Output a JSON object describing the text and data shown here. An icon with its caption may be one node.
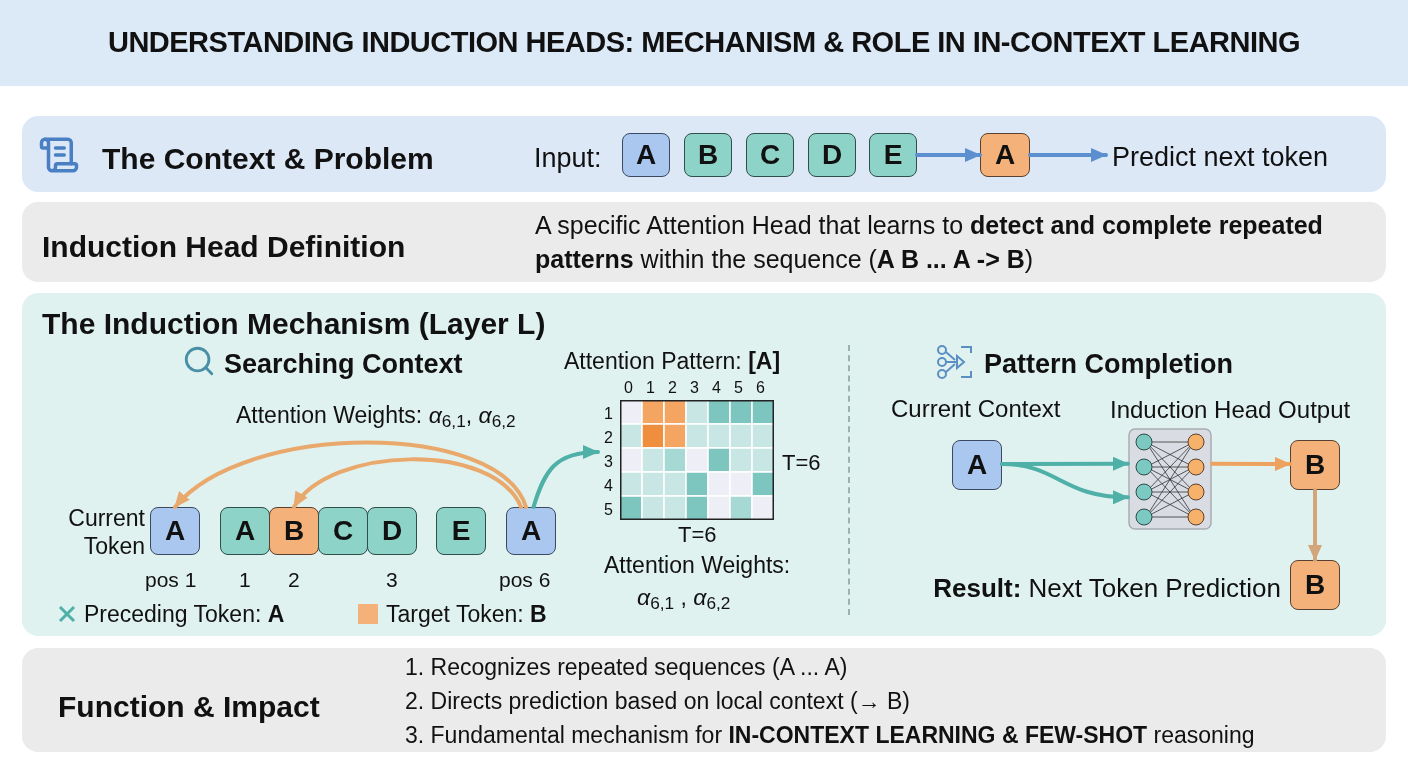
{
  "diagram": {
    "title": "UNDERSTANDING INDUCTION HEADS: MECHANISM & ROLE IN IN-CONTEXT LEARNING",
    "nodes": [
      {
        "text": [
          "The Context & Problem",
          "Input:"
        ]
      },
      {
        "text": [
          "A"
        ],
        "in": 0
      },
      {
        "text": [
          "B"
        ],
        "in": 0
      },
      {
        "text": [
          "C"
        ],
        "in": 0
      },
      {
        "text": [
          "D"
        ],
        "in": 0
      },
      {
        "text": [
          "E"
        ],
        "in": 0
      },
      {
        "text": [
          "A"
        ],
        "in": 0
      },
      {
        "text": [
          "Predict next token"
        ],
        "in": 0
      },
      {
        "text": [
          "Induction Head Definition",
          "A specific Attention Head that learns to **detect and complete repeated patterns** within the sequence (**A B ... A -> B**)"
        ]
      },
      {
        "text": [
          "The Induction Mechanism (Layer L)"
        ]
      },
      {
        "text": [
          "A"
        ],
        "in": 9,
        "beside": [
          "Current Token",
          "pos 1"
        ]
      },
      {
        "text": [
          "A"
        ],
        "in": 9,
        "beside": [
          "1"
        ]
      },
      {
        "text": [
          "B"
        ],
        "in": 9,
        "beside": [
          "2"
        ]
      },
      {
        "text": [
          "C"
        ],
        "in": 9
      },
      {
        "text": [
          "D"
        ],
        "in": 9,
        "beside": [
          "3"
        ]
      },
      {
        "text": [
          "E"
        ],
        "in": 9
      },
      {
        "text": [
          "A"
        ],
        "in": 9,
        "beside": [
          "pos 6"
        ]
      },
      {
        "text": [],
        "shape": "box",
        "in": 9,
        "beside": [
          "0",
          "1",
          "2",
          "3",
          "4",
          "5",
          "6",
          "1",
          "2",
          "3",
          "4",
          "5",
          "T=6",
          "T=6"
        ]
      },
      {
        "text": [
          "A"
        ],
        "in": 9,
        "beside": [
          "Current Context"
        ]
      },
      {
        "text": [],
        "shape": "picture",
        "in": 9
      },
      {
        "text": [
          "B"
        ],
        "in": 9
      },
      {
        "text": [
          "B"
        ],
        "in": 9,
        "beside": [
          "**Result:** Next Token Prediction"
        ]
      },
      {
        "text": [
          "Function & Impact",
          "1. Recognizes repeated sequences (A ... A)",
          "2. Directs prediction based on local context (→ B)",
          "3. Fundamental mechanism for **IN-CONTEXT LEARNING & FEW-SHOT** reasoning"
        ]
      }
    ],
    "edges": [
      {
        "from": 5,
        "to": 6,
        "arrow": "to",
        "color": "#5b8fd0"
      },
      {
        "from": 6,
        "to": 7,
        "arrow": "to",
        "color": "#5b8fd0"
      },
      {
        "from": 16,
        "to": 10,
        "arrow": "to",
        "color": "#e9a86c"
      },
      {
        "from": 16,
        "to": 12,
        "arrow": "to",
        "color": "#e9a86c"
      },
      {
        "from": 16,
        "to": 17,
        "arrow": "to",
        "color": "#4fb0a8"
      },
      {
        "from": 18,
        "to": 19,
        "arrow": "to",
        "color": "#4fb0a8"
      },
      {
        "from": 18,
        "to": 19,
        "arrow": "to",
        "color": "#4fb0a8"
      },
      {
        "from": 19,
        "to": 20,
        "arrow": "to",
        "color": "#eea25f"
      },
      {
        "from": 20,
        "to": 21,
        "arrow": "to",
        "color": "#d2a57a"
      }
    ],
    "labels": [
      "Searching Context",
      "Attention Weights: *α*$_{6,1}$, *α*$_{6,2}$",
      "Attention Pattern: **[A]**",
      "Attention Weights:",
      "*α*$_{6,1}$ , *α*$_{6,2}$",
      "Pattern Completion",
      "Induction Head Output"
    ],
    "legend": [
      {
        "text": "Preceding Token: **A**"
      },
      {
        "text": "Target Token: **B**",
        "color": "#f4b27a"
      }
    ]
  }
}
